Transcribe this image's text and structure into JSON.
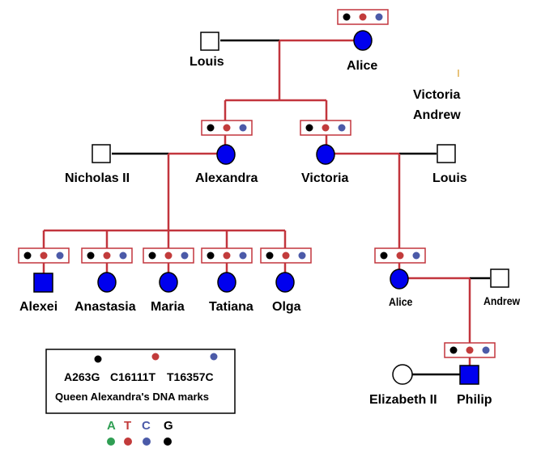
{
  "colors": {
    "line_red": "#c2353d",
    "line_black": "#000000",
    "female_fill": "#0000ee",
    "male_affected_fill": "#0000ee",
    "unaffected_fill": "#ffffff",
    "mark_black": "#000000",
    "mark_red": "#c23b3b",
    "mark_blue": "#4b5aa8",
    "mark_green": "#2f9e53",
    "box_border": "#c2353d"
  },
  "people": {
    "louis_top": "Louis",
    "alice_top": "Alice",
    "victoria_andrew": [
      "Victoria",
      "Andrew"
    ],
    "nicholas": "Nicholas II",
    "alexandra": "Alexandra",
    "victoria": "Victoria",
    "louis_right": "Louis",
    "alexei": "Alexei",
    "anastasia": "Anastasia",
    "maria": "Maria",
    "tatiana": "Tatiana",
    "olga": "Olga",
    "alice_lower": "Alice",
    "andrew_lower": "Andrew",
    "elizabeth": "Elizabeth II",
    "philip": "Philip"
  },
  "legend": {
    "markers": [
      "A263G",
      "C16111T",
      "T16357C"
    ],
    "caption": "Queen Alexandra's DNA marks"
  },
  "bases": {
    "letters": [
      "A",
      "T",
      "C",
      "G"
    ],
    "colors": [
      "#2f9e53",
      "#c23b3b",
      "#4b5aa8",
      "#000000"
    ]
  }
}
